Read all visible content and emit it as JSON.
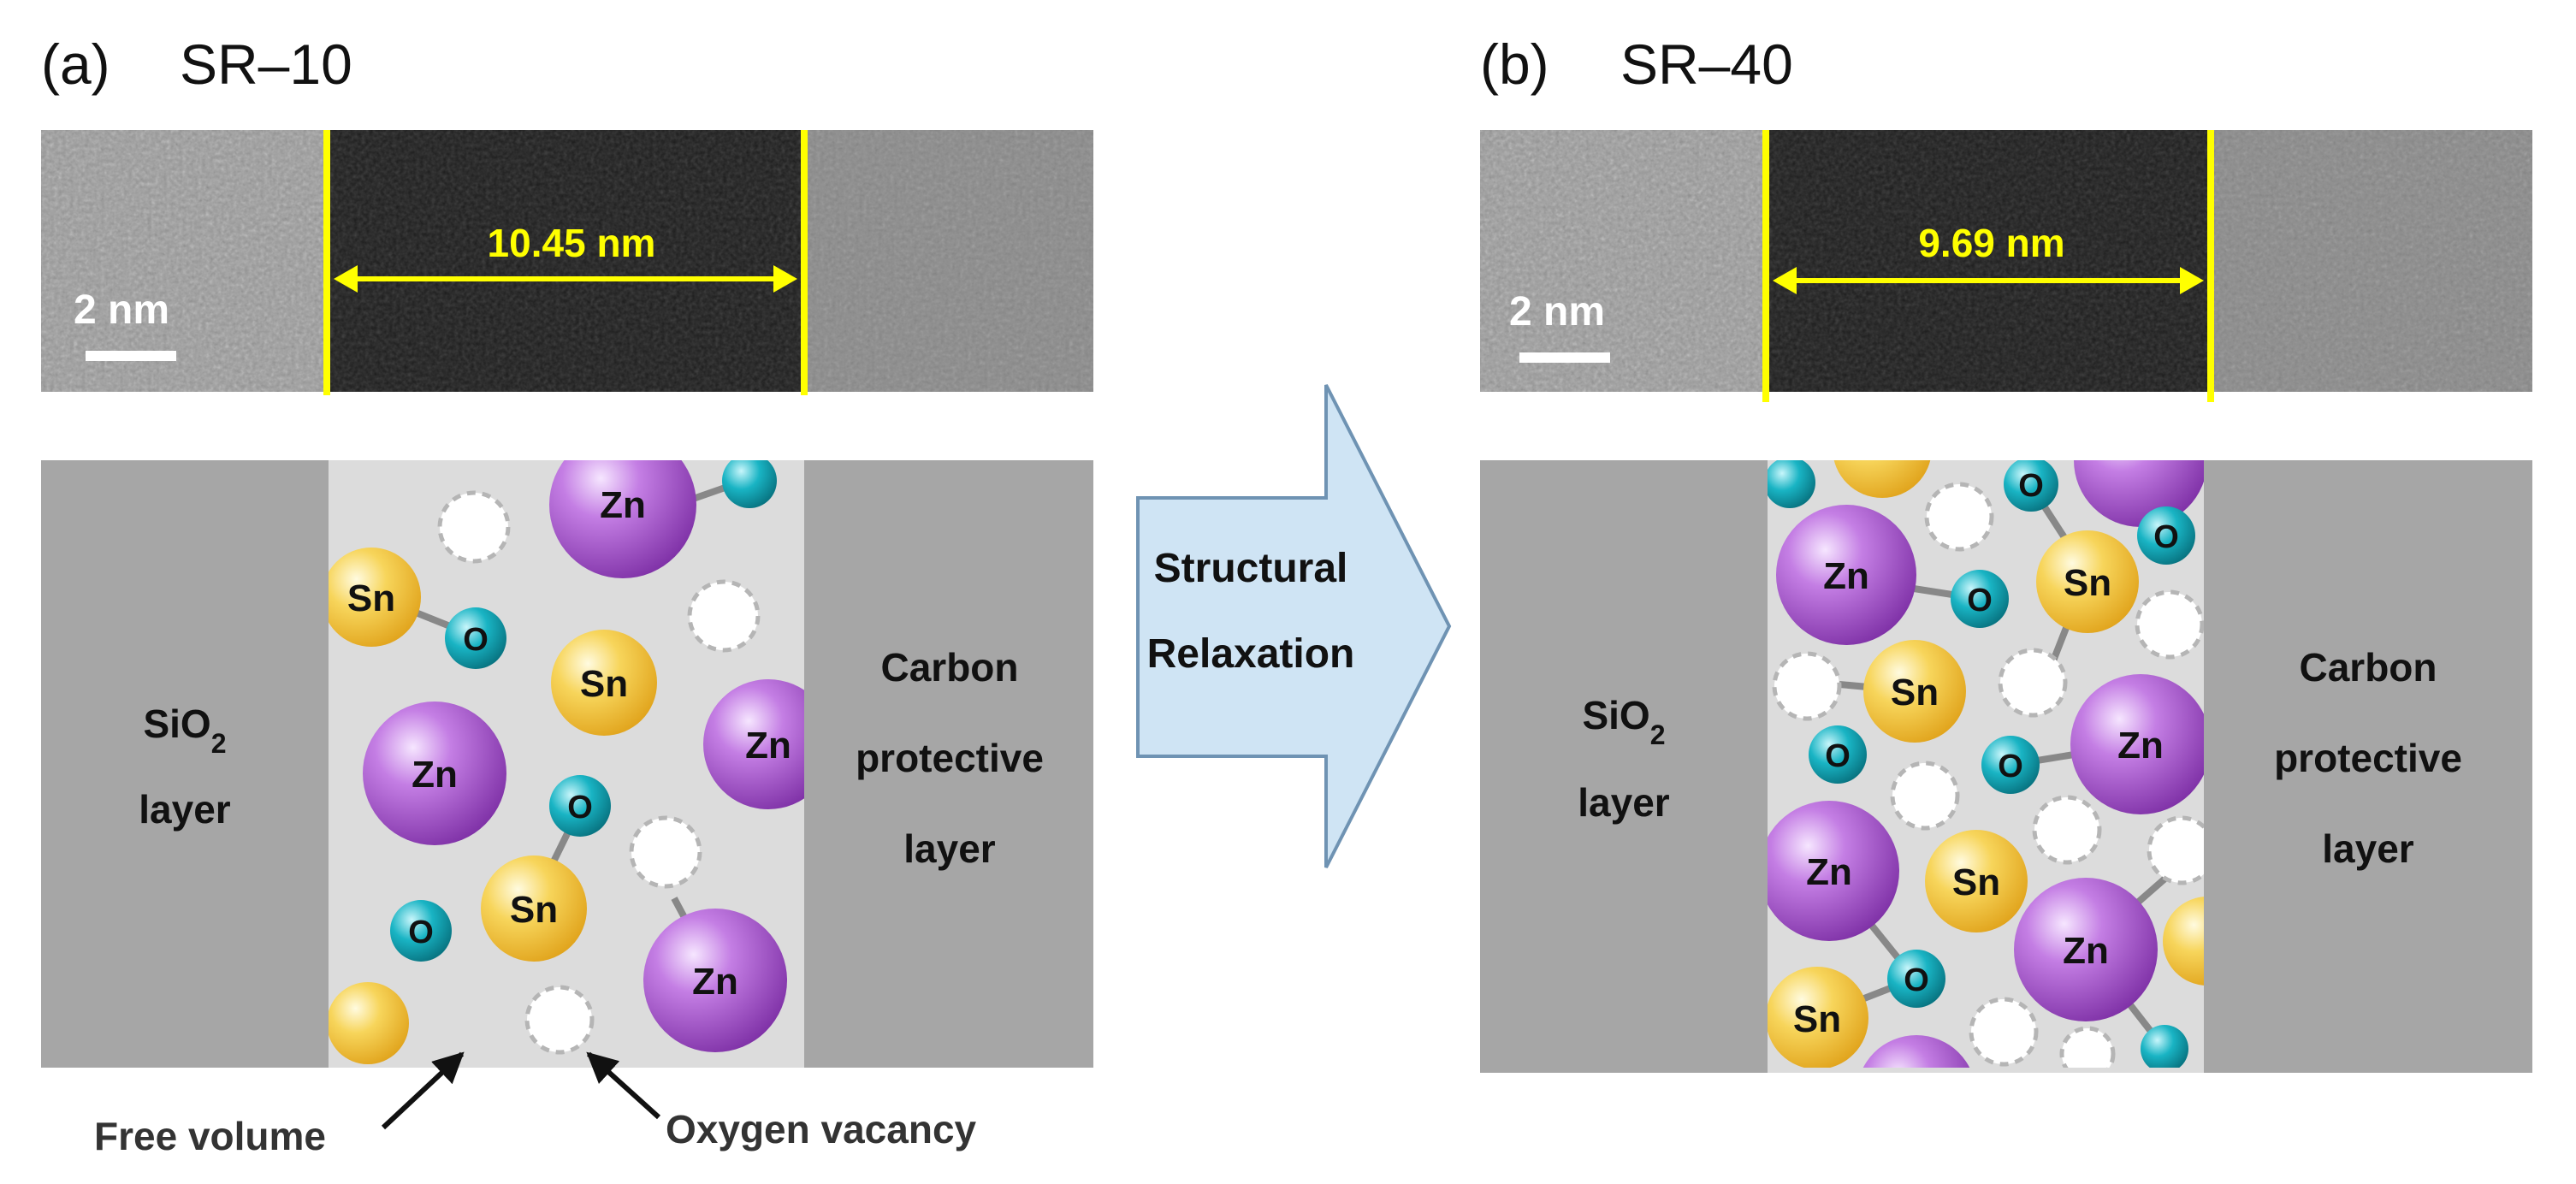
{
  "panel_a": {
    "tag": "(a)",
    "sample": "SR–10",
    "scale_bar": "2 nm",
    "thickness": "10.45 nm",
    "left_layer": {
      "line1_base": "SiO",
      "line1_sub": "2",
      "line2": "layer"
    },
    "right_layer": {
      "line1": "Carbon",
      "line2": "protective",
      "line3": "layer"
    },
    "annotations": {
      "free_volume": "Free volume",
      "oxygen_vacancy": "Oxygen vacancy"
    }
  },
  "panel_b": {
    "tag": "(b)",
    "sample": "SR–40",
    "scale_bar": "2 nm",
    "thickness": "9.69 nm",
    "left_layer": {
      "line1_base": "SiO",
      "line1_sub": "2",
      "line2": "layer"
    },
    "right_layer": {
      "line1": "Carbon",
      "line2": "protective",
      "line3": "layer"
    }
  },
  "process_arrow": {
    "line1": "Structural",
    "line2": "Relaxation"
  },
  "atom_labels": {
    "zn": "Zn",
    "sn": "Sn",
    "o": "O"
  },
  "colors": {
    "zn": "#a855c8",
    "sn": "#f5c542",
    "o": "#12a9b8",
    "film": "#dcdcdc",
    "outer_layer": "#a6a6a6",
    "measure": "#ffff00",
    "arrow_fill": "#cfe4f4",
    "arrow_stroke": "#6f93b3"
  }
}
